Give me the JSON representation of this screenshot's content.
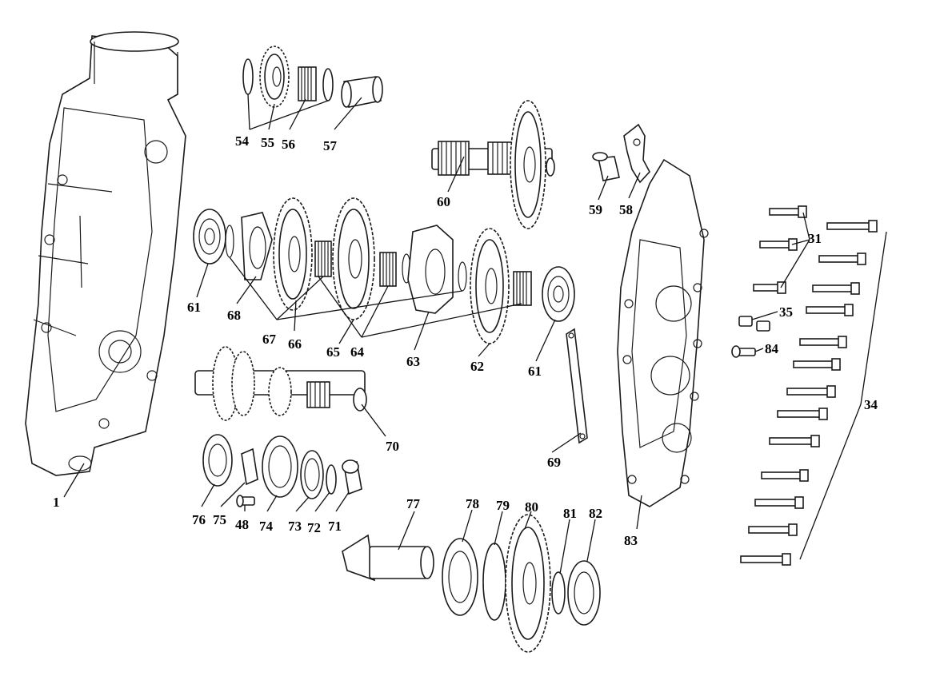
{
  "callouts": {
    "c1": "1",
    "c31": "31",
    "c34": "34",
    "c35": "35",
    "c48": "48",
    "c54": "54",
    "c55": "55",
    "c56": "56",
    "c57": "57",
    "c58": "58",
    "c59": "59",
    "c60": "60",
    "c61a": "61",
    "c61b": "61",
    "c62": "62",
    "c63": "63",
    "c64": "64",
    "c65": "65",
    "c66": "66",
    "c67": "67",
    "c68": "68",
    "c69": "69",
    "c70": "70",
    "c71": "71",
    "c72": "72",
    "c73": "73",
    "c74": "74",
    "c75": "75",
    "c76": "76",
    "c77": "77",
    "c78": "78",
    "c79": "79",
    "c80": "80",
    "c81": "81",
    "c82": "82",
    "c83": "83",
    "c84": "84"
  },
  "icons": {
    "crankcase": "crankcase-left-half",
    "cover": "crankcase-cover",
    "gear": "gear",
    "bearing": "ball-bearing",
    "shaft": "shaft",
    "bolt": "flange-bolt"
  }
}
